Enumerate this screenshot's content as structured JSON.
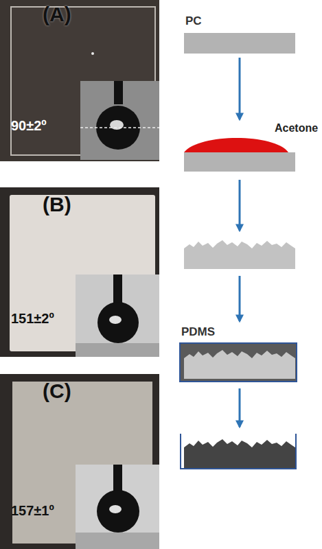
{
  "diagram": {
    "nodes": [
      {
        "text": [
          "(A)",
          "90±2º"
        ]
      },
      {
        "text": [
          "PC"
        ]
      },
      {
        "text": [
          "Acetone"
        ]
      },
      {
        "text": [
          "(B)",
          "151±2º"
        ]
      },
      {
        "text": [
          "PDMS"
        ]
      },
      {
        "text": [
          "(C)",
          "157±1º"
        ]
      }
    ],
    "edges": [
      {
        "from": 1,
        "to": 2,
        "arrow": "to"
      }
    ]
  }
}
